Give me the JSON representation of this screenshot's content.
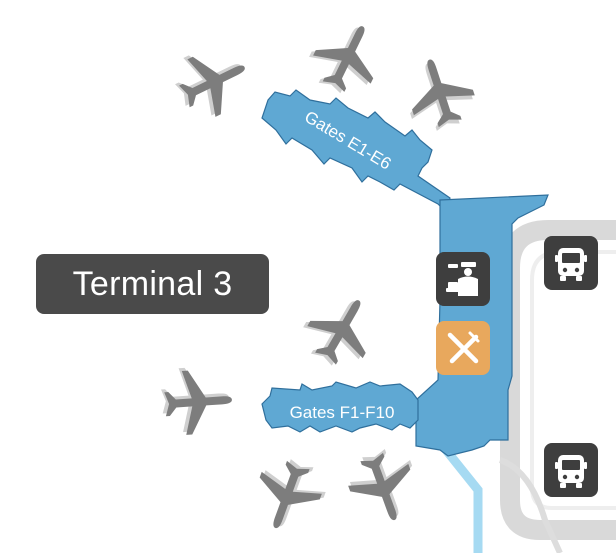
{
  "terminal": {
    "label": "Terminal 3"
  },
  "concourses": {
    "north": {
      "label": "Gates E1-E6"
    },
    "south": {
      "label": "Gates F1-F10"
    }
  },
  "colors": {
    "building": "#5fa8d3",
    "building_edge": "#2f6f9c",
    "taxiway": "#a6daf2",
    "roadway": "#dcdcdc",
    "plane": "#7d7d7d",
    "plane_shadow": "#cfcfcf",
    "bus_tile": "#3e3e3e",
    "dining_tile": "#e8a85d",
    "label_bg": "#4a4a4a"
  },
  "amenities": [
    {
      "name": "security",
      "icon": "security-officer-icon"
    },
    {
      "name": "dining",
      "icon": "fork-knife-icon"
    }
  ],
  "transport": [
    {
      "name": "bus-stop-upper",
      "icon": "bus-icon"
    },
    {
      "name": "bus-stop-lower",
      "icon": "bus-icon"
    }
  ]
}
